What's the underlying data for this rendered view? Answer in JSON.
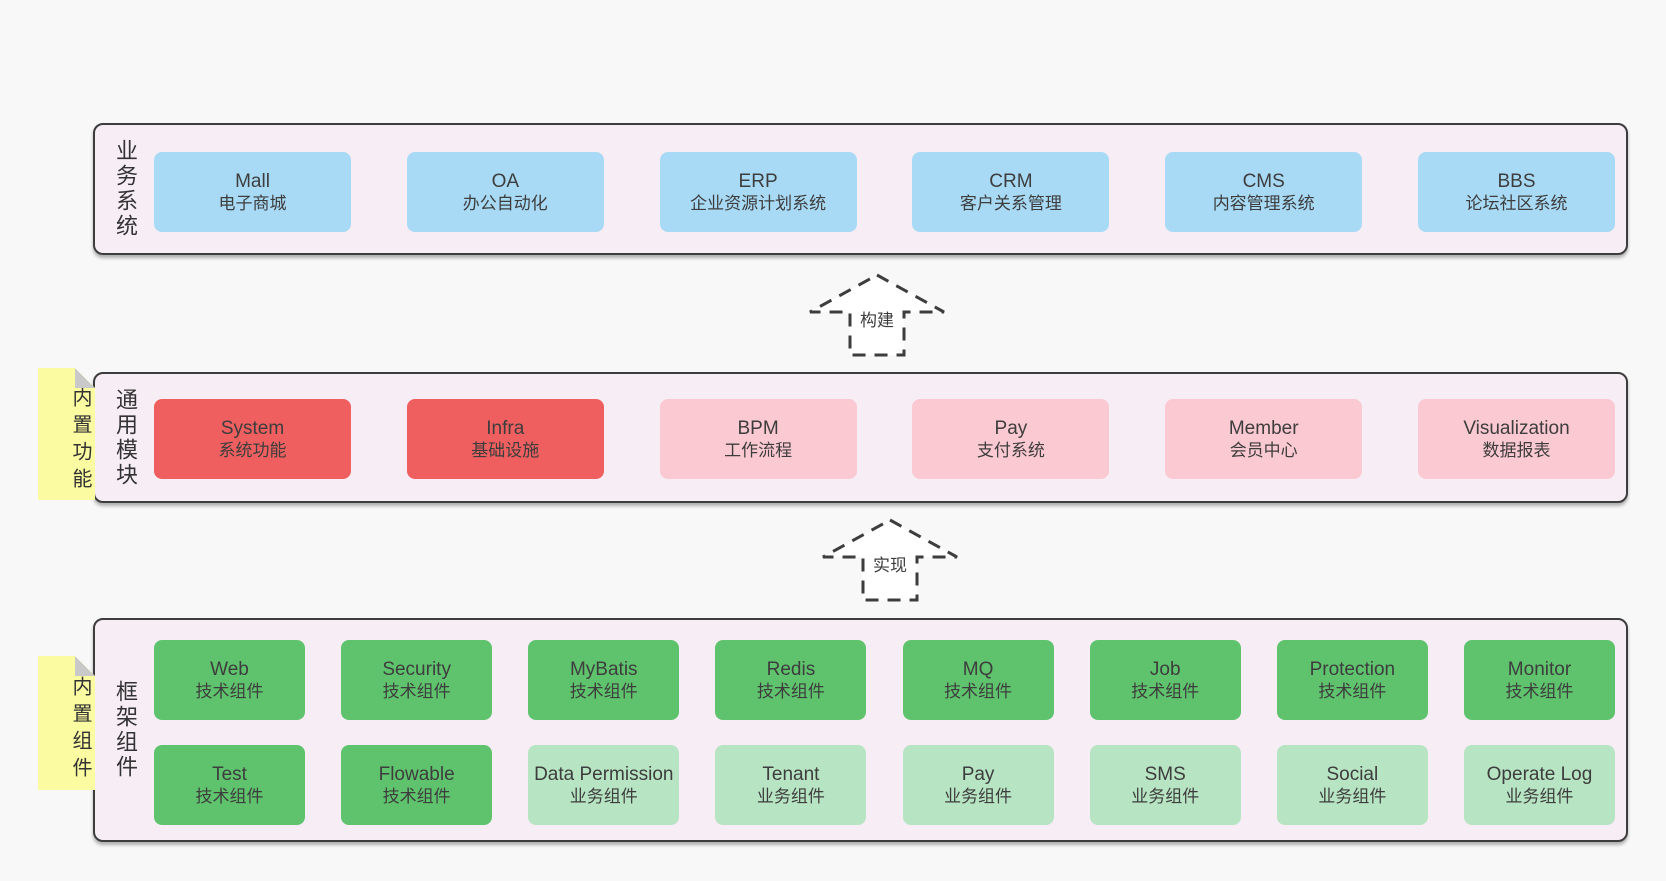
{
  "colors": {
    "page_background": "#f8f8f8",
    "panel_background": "#f7edf5",
    "panel_border": "#3d3d3d",
    "box_blue": "#a8daf5",
    "box_red": "#ef5f5f",
    "box_pink": "#fbc9d2",
    "box_green": "#5fc36d",
    "box_green_light": "#b7e4c2",
    "sticky_yellow": "#fbfba1",
    "sticky_fold_gray": "#c9c9c9",
    "text": "#3d3d3d"
  },
  "arrows": [
    {
      "label": "构建"
    },
    {
      "label": "实现"
    }
  ],
  "panels": {
    "business": {
      "label": "业务系统",
      "boxes": [
        {
          "title": "Mall",
          "subtitle": "电子商城",
          "variant": "blue"
        },
        {
          "title": "OA",
          "subtitle": "办公自动化",
          "variant": "blue"
        },
        {
          "title": "ERP",
          "subtitle": "企业资源计划系统",
          "variant": "blue"
        },
        {
          "title": "CRM",
          "subtitle": "客户关系管理",
          "variant": "blue"
        },
        {
          "title": "CMS",
          "subtitle": "内容管理系统",
          "variant": "blue"
        },
        {
          "title": "BBS",
          "subtitle": "论坛社区系统",
          "variant": "blue"
        }
      ]
    },
    "modules": {
      "label": "通用模块",
      "sticky": "内置功能",
      "boxes": [
        {
          "title": "System",
          "subtitle": "系统功能",
          "variant": "red"
        },
        {
          "title": "Infra",
          "subtitle": "基础设施",
          "variant": "red"
        },
        {
          "title": "BPM",
          "subtitle": "工作流程",
          "variant": "pink"
        },
        {
          "title": "Pay",
          "subtitle": "支付系统",
          "variant": "pink"
        },
        {
          "title": "Member",
          "subtitle": "会员中心",
          "variant": "pink"
        },
        {
          "title": "Visualization",
          "subtitle": "数据报表",
          "variant": "pink"
        }
      ]
    },
    "components": {
      "label": "框架组件",
      "sticky": "内置组件",
      "rows": [
        [
          {
            "title": "Web",
            "subtitle": "技术组件",
            "variant": "green"
          },
          {
            "title": "Security",
            "subtitle": "技术组件",
            "variant": "green"
          },
          {
            "title": "MyBatis",
            "subtitle": "技术组件",
            "variant": "green"
          },
          {
            "title": "Redis",
            "subtitle": "技术组件",
            "variant": "green"
          },
          {
            "title": "MQ",
            "subtitle": "技术组件",
            "variant": "green"
          },
          {
            "title": "Job",
            "subtitle": "技术组件",
            "variant": "green"
          },
          {
            "title": "Protection",
            "subtitle": "技术组件",
            "variant": "green"
          },
          {
            "title": "Monitor",
            "subtitle": "技术组件",
            "variant": "green"
          }
        ],
        [
          {
            "title": "Test",
            "subtitle": "技术组件",
            "variant": "green"
          },
          {
            "title": "Flowable",
            "subtitle": "技术组件",
            "variant": "green"
          },
          {
            "title": "Data Permission",
            "subtitle": "业务组件",
            "variant": "green-light"
          },
          {
            "title": "Tenant",
            "subtitle": "业务组件",
            "variant": "green-light"
          },
          {
            "title": "Pay",
            "subtitle": "业务组件",
            "variant": "green-light"
          },
          {
            "title": "SMS",
            "subtitle": "业务组件",
            "variant": "green-light"
          },
          {
            "title": "Social",
            "subtitle": "业务组件",
            "variant": "green-light"
          },
          {
            "title": "Operate Log",
            "subtitle": "业务组件",
            "variant": "green-light"
          }
        ]
      ]
    }
  }
}
